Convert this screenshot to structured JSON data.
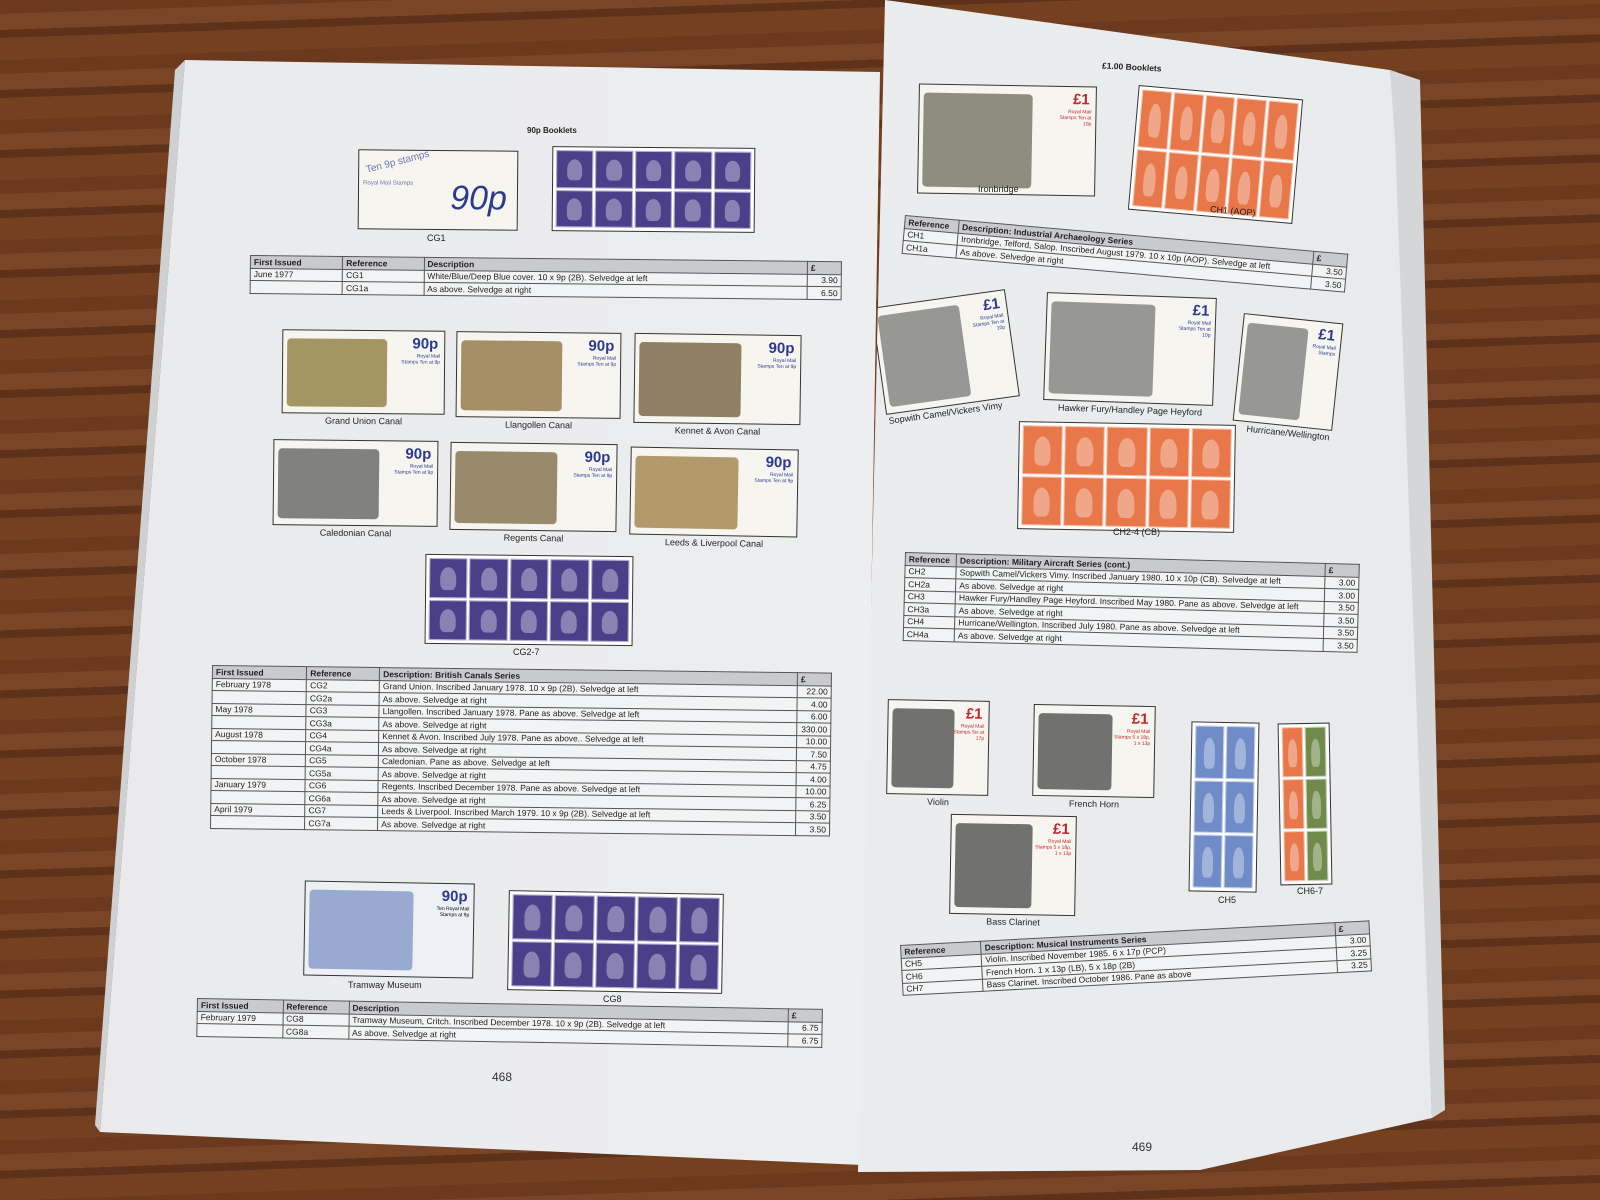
{
  "left_page": {
    "heading": "90p Booklets",
    "page_number": "468",
    "cg1": {
      "cover_price": "90p",
      "cover_text": "Ten 9p stamps",
      "cover_brand": "Royal Mail Stamps",
      "caption": "CG1",
      "stamp_color": "#4b3f8a"
    },
    "table1": {
      "headers": [
        "First Issued",
        "Reference",
        "Description",
        "£"
      ],
      "rows": [
        [
          "June 1977",
          "CG1",
          "White/Blue/Deep Blue cover.  10 x 9p (2B).  Selvedge at left",
          "3.90"
        ],
        [
          "",
          "CG1a",
          "As above.  Selvedge at right",
          "6.50"
        ]
      ]
    },
    "canals": [
      {
        "caption": "Grand Union Canal",
        "price": "90p",
        "sub": "Royal Mail Stamps Ten at 9p",
        "color": "#8a7436"
      },
      {
        "caption": "Llangollen Canal",
        "price": "90p",
        "sub": "Royal Mail Stamps Ten at 9p",
        "color": "#8a6c3a"
      },
      {
        "caption": "Kennet & Avon Canal",
        "price": "90p",
        "sub": "Royal Mail Stamps Ten at 9p",
        "color": "#6b5a35"
      },
      {
        "caption": "Caledonian Canal",
        "price": "90p",
        "sub": "Royal Mail Stamps Ten at 9p",
        "color": "#5a5a5a"
      },
      {
        "caption": "Regents Canal",
        "price": "90p",
        "sub": "Royal Mail Stamps Ten at 9p",
        "color": "#7a6540"
      },
      {
        "caption": "Leeds & Liverpool Canal",
        "price": "90p",
        "sub": "Royal Mail Stamps Ten at 9p",
        "color": "#9a7a40"
      }
    ],
    "cg27_caption": "CG2-7",
    "table2": {
      "headers": [
        "First Issued",
        "Reference",
        "Description:  British Canals Series",
        "£"
      ],
      "rows": [
        [
          "February 1978",
          "CG2",
          "Grand Union.  Inscribed January 1978.  10 x 9p (2B).  Selvedge at left",
          "22.00"
        ],
        [
          "",
          "CG2a",
          "As above.  Selvedge at right",
          "4.00"
        ],
        [
          "May 1978",
          "CG3",
          "Llangollen.  Inscribed January 1978.  Pane as above.  Selvedge at left",
          "6.00"
        ],
        [
          "",
          "CG3a",
          "As above.  Selvedge at right",
          "330.00"
        ],
        [
          "August 1978",
          "CG4",
          "Kennet & Avon.  Inscribed July 1978.  Pane as above..  Selvedge at left",
          "10.00"
        ],
        [
          "",
          "CG4a",
          "As above.  Selvedge at right",
          "7.50"
        ],
        [
          "October 1978",
          "CG5",
          "Caledonian.  Pane as above.  Selvedge at left",
          "4.75"
        ],
        [
          "",
          "CG5a",
          "As above.  Selvedge at right",
          "4.00"
        ],
        [
          "January 1979",
          "CG6",
          "Regents.  Inscribed December 1978.  Pane as above.  Selvedge at left",
          "10.00"
        ],
        [
          "",
          "CG6a",
          "As above.  Selvedge at right",
          "6.25"
        ],
        [
          "April 1979",
          "CG7",
          "Leeds & Liverpool.  Inscribed March 1979.  10 x 9p (2B).  Selvedge at left",
          "3.50"
        ],
        [
          "",
          "CG7a",
          "As above.  Selvedge at right",
          "3.50"
        ]
      ]
    },
    "tramway": {
      "caption": "Tramway Museum",
      "price": "90p",
      "sub": "Ten Royal Mail Stamps at 9p",
      "pane_caption": "CG8"
    },
    "table3": {
      "headers": [
        "First Issued",
        "Reference",
        "Description",
        "£"
      ],
      "rows": [
        [
          "February 1979",
          "CG8",
          "Tramway Museum, Critch.  Inscribed December 1978.  10 x 9p (2B).  Selvedge at left",
          "6.75"
        ],
        [
          "",
          "CG8a",
          "As above.  Selvedge at right",
          "6.75"
        ]
      ]
    }
  },
  "right_page": {
    "heading": "£1.00 Booklets",
    "page_number": "469",
    "ironbridge": {
      "caption": "Ironbridge",
      "price": "£1",
      "sub": "Royal Mail Stamps Ten at 10p",
      "pane_caption": "CH1 (AOP)",
      "stamp_color": "#e8774a"
    },
    "table_ch1": {
      "headers": [
        "Reference",
        "Description:  Industrial Archaeology Series",
        "£"
      ],
      "rows": [
        [
          "CH1",
          "Ironbridge, Telford, Salop.  Inscribed August 1979.  10 x 10p (AOP).  Selvedge at left",
          "3.50"
        ],
        [
          "CH1a",
          "As above.  Selvedge at right",
          "3.50"
        ]
      ]
    },
    "aircraft": [
      {
        "caption": "Sopwith Camel/Vickers Vimy",
        "price": "£1",
        "sub": "Royal Mail Stamps Ten at 10p"
      },
      {
        "caption": "Hawker Fury/Handley Page Heyford",
        "price": "£1",
        "sub": "Royal Mail Stamps Ten at 10p"
      },
      {
        "caption": "Hurricane/Wellington",
        "price": "£1",
        "sub": "Royal Mail Stamps"
      }
    ],
    "ch24_caption": "CH2-4 (CB)",
    "table_ch2": {
      "headers": [
        "Reference",
        "Description:  Military Aircraft Series (cont.)",
        "£"
      ],
      "rows": [
        [
          "CH2",
          "Sopwith Camel/Vickers Vimy.  Inscribed January 1980.  10 x 10p (CB).  Selvedge at left",
          "3.00"
        ],
        [
          "CH2a",
          "As above.  Selvedge at right",
          "3.00"
        ],
        [
          "CH3",
          "Hawker Fury/Handley Page Heyford.  Inscribed May 1980.  Pane as above.  Selvedge at left",
          "3.50"
        ],
        [
          "CH3a",
          "As above.  Selvedge at right",
          "3.50"
        ],
        [
          "CH4",
          "Hurricane/Wellington.  Inscribed July 1980.  Pane as above.  Selvedge at left",
          "3.50"
        ],
        [
          "CH4a",
          "As above.  Selvedge at right",
          "3.50"
        ]
      ]
    },
    "music": [
      {
        "caption": "Violin",
        "price": "£1",
        "sub": "Royal Mail Stamps Six at 17p"
      },
      {
        "caption": "French Horn",
        "price": "£1",
        "sub": "Royal Mail Stamps 5 x 18p, 1 x 13p"
      },
      {
        "caption": "Bass Clarinet",
        "price": "£1",
        "sub": "Royal Mail Stamps 5 x 18p, 1 x 13p"
      }
    ],
    "ch5_caption": "CH5",
    "ch67_caption": "CH6-7",
    "table_ch5": {
      "headers": [
        "Reference",
        "Description:  Musical Instruments Series",
        "£"
      ],
      "rows": [
        [
          "CH5",
          "Violin.  Inscribed November 1985.  6 x 17p (PCP)",
          "3.00"
        ],
        [
          "CH6",
          "French Horn.  1 x 13p (LB), 5 x 18p (2B)",
          "3.25"
        ],
        [
          "CH7",
          "Bass Clarinet.  Inscribed October 1986.  Pane as above",
          "3.25"
        ]
      ]
    }
  },
  "colors": {
    "purple_stamp": "#4b3f8a",
    "orange_stamp": "#e8774a",
    "blue_stamp": "#6f8cc8",
    "green_stamp": "#6f8a4a"
  }
}
